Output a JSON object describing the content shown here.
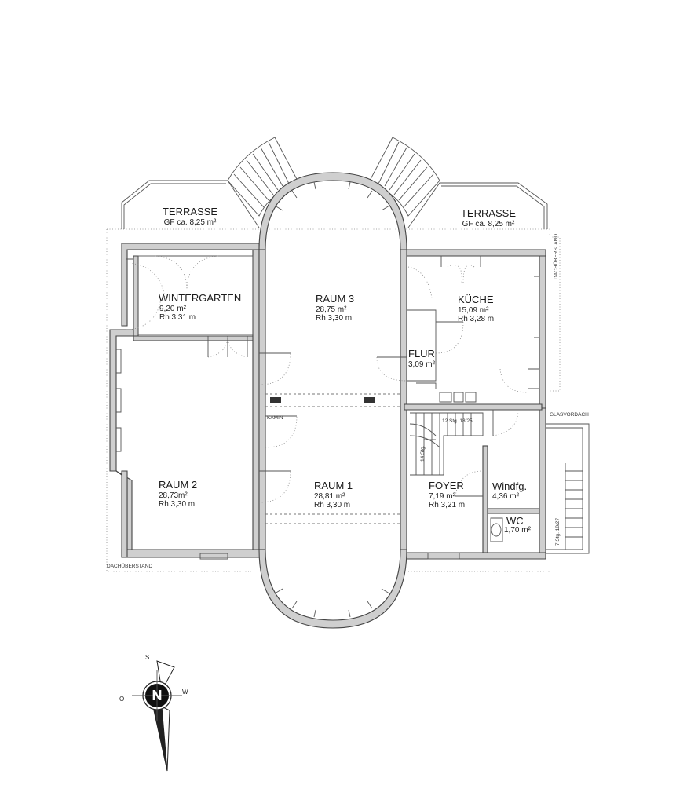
{
  "rooms": {
    "terrasse_left": {
      "name": "TERRASSE",
      "area": "GF ca. 8,25 m²"
    },
    "terrasse_right": {
      "name": "TERRASSE",
      "area": "GF ca. 8,25 m²"
    },
    "wintergarten": {
      "name": "WINTERGARTEN",
      "area": "9,20 m²",
      "height": "Rh 3,31 m"
    },
    "raum3": {
      "name": "RAUM 3",
      "area": "28,75 m²",
      "height": "Rh 3,30 m"
    },
    "kueche": {
      "name": "KÜCHE",
      "area": "15,09 m²",
      "height": "Rh 3,28 m"
    },
    "flur": {
      "name": "FLUR",
      "area": "3,09 m²"
    },
    "raum2": {
      "name": "RAUM 2",
      "area": "28,73m²",
      "height": "Rh 3,30 m"
    },
    "raum1": {
      "name": "RAUM 1",
      "area": "28,81 m²",
      "height": "Rh 3,30 m"
    },
    "foyer": {
      "name": "FOYER",
      "area": "7,19 m²",
      "height": "Rh 3,21 m"
    },
    "windfang": {
      "name": "Windfg.",
      "area": "4,36 m²"
    },
    "wc": {
      "name": "WC",
      "area": "1,70 m²"
    }
  },
  "labels": {
    "kamin": "KAMIN",
    "dachueberstand_right": "DACHÜBERSTAND",
    "dachueberstand_bottom": "DACHÜBERSTAND",
    "glasvordach": "GLASVORDACH",
    "stairs_inner": "12 Stg. 18/25",
    "stairs_inner_side": "14 Stg.",
    "stairs_outer": "7 Stg. 18/27"
  },
  "compass": {
    "north": "N",
    "top": "S",
    "left": "O",
    "right": "W"
  }
}
